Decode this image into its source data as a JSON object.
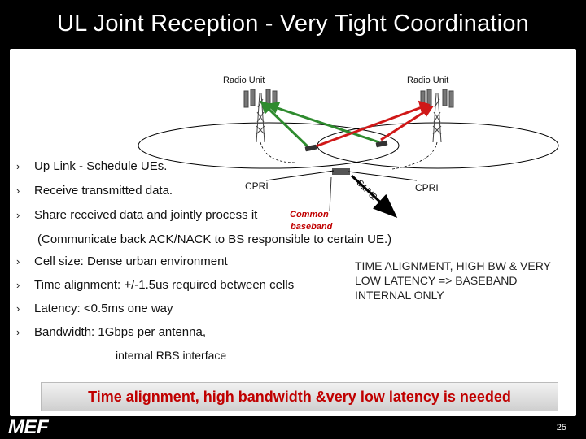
{
  "slide": {
    "title": "UL Joint Reception - Very Tight Coordination",
    "page_number": "25",
    "logo_text": "MEF"
  },
  "diagram": {
    "left_unit_label": "Radio Unit",
    "right_unit_label": "Radio Unit",
    "cpri_left": "CPRI",
    "cpri_right": "CPRI",
    "link_label": "S1/X2",
    "common_baseband": [
      "Common",
      "baseband"
    ],
    "colors": {
      "green": "#2e8b2e",
      "red": "#d01818",
      "arrow": "#000000"
    }
  },
  "bullets_top": [
    "Up Link - Schedule UEs.",
    "Receive transmitted data.",
    "Share received data and jointly process it"
  ],
  "communicate_note": "(Communicate back ACK/NACK to BS responsible to certain UE.)",
  "bullets_bottom": [
    "Cell size: Dense urban environment",
    "Time alignment: +/-1.5us required between cells",
    "Latency: <0.5ms one way",
    "Bandwidth: 1Gbps per antenna,"
  ],
  "bandwidth_continuation": "internal RBS interface",
  "side_note": "TIME ALIGNMENT, HIGH BW & VERY LOW LATENCY => BASEBAND INTERNAL ONLY",
  "footer": "Time alignment, high bandwidth &very low latency is needed",
  "bullet_glyph": "›"
}
